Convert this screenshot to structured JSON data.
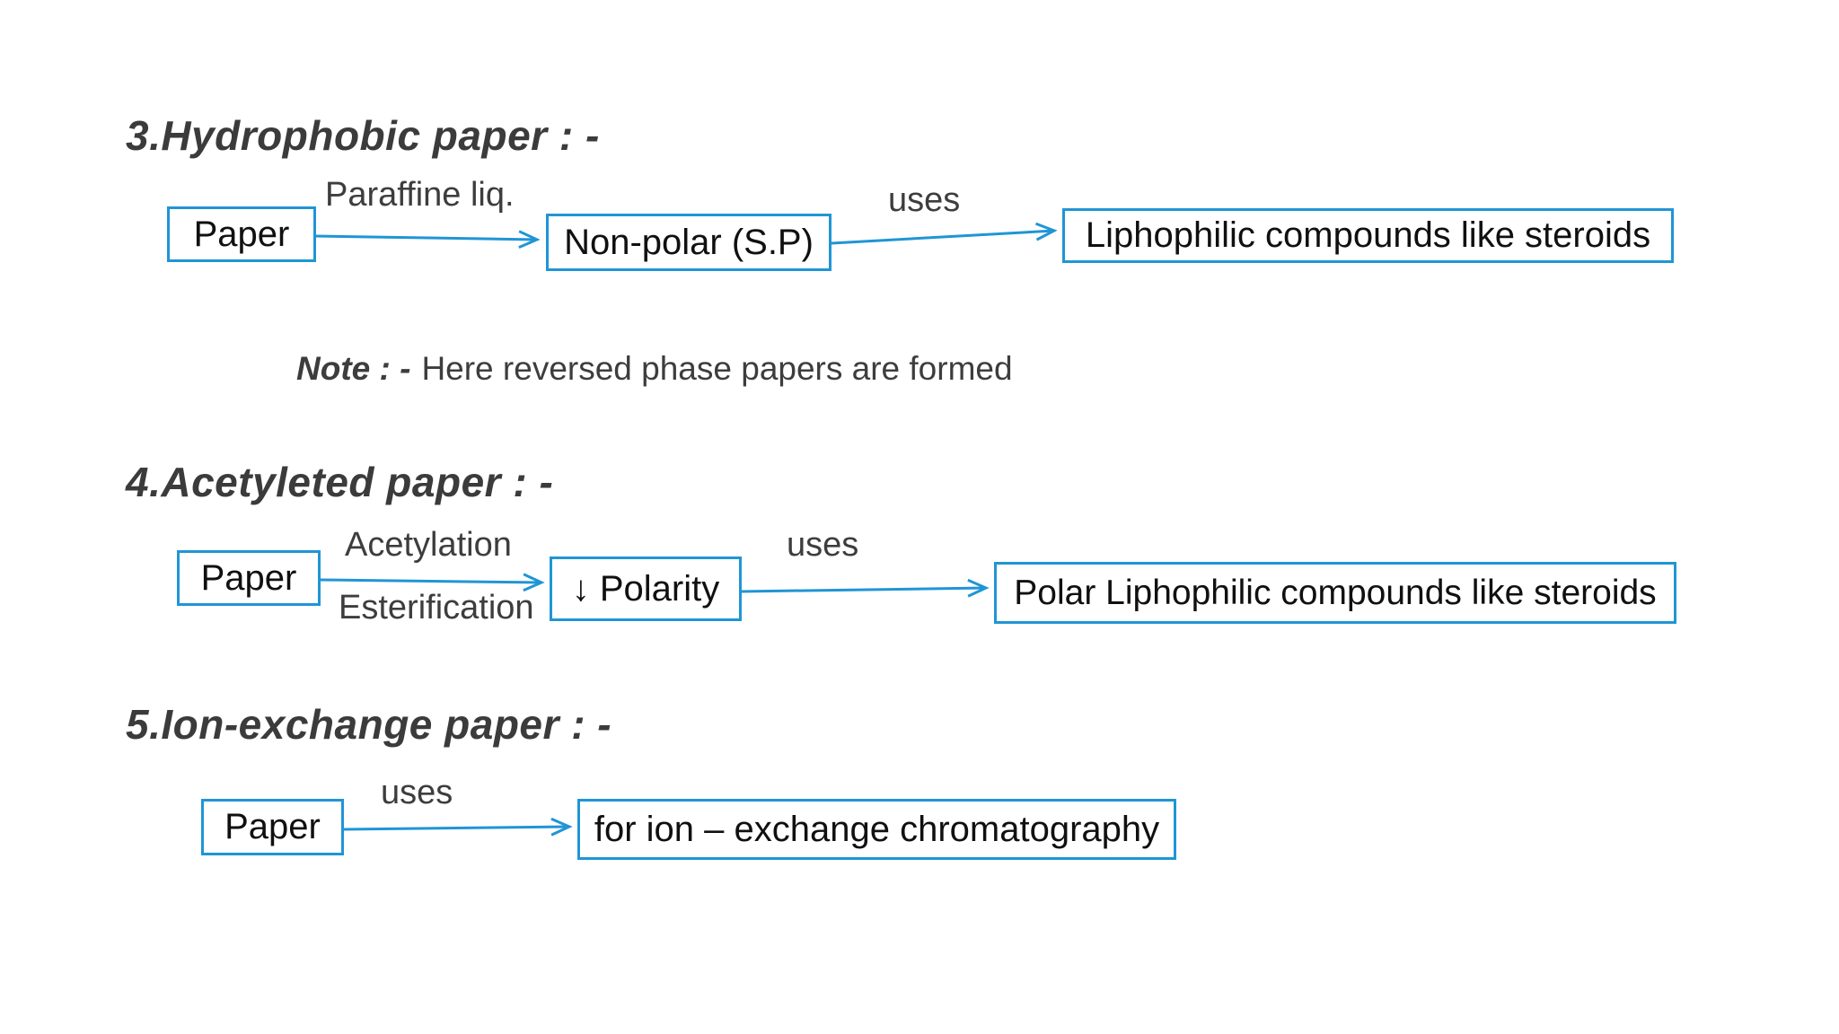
{
  "colors": {
    "accent_blue": "#2095d5",
    "heading_gray": "#3b3b3b",
    "label_gray": "#3d3d3d",
    "box_text": "#101010",
    "background": "#ffffff"
  },
  "sections": [
    {
      "heading": "3.Hydrophobic paper : -",
      "flow": {
        "start": "Paper",
        "arrow1_label": "Paraffine liq.",
        "middle": "Non-polar (S.P)",
        "arrow2_label": "uses",
        "end": "Liphophilic compounds like steroids"
      },
      "note_prefix": "Note : -",
      "note_text": "Here reversed phase papers are formed"
    },
    {
      "heading": "4.Acetyleted paper : -",
      "flow": {
        "start": "Paper",
        "arrow1_label_top": "Acetylation",
        "arrow1_label_bottom": "Esterification",
        "middle": "↓ Polarity",
        "arrow2_label": "uses",
        "end": "Polar Liphophilic compounds like steroids"
      }
    },
    {
      "heading": "5.Ion-exchange paper : -",
      "flow": {
        "start": "Paper",
        "arrow1_label": "uses",
        "end": "for ion – exchange chromatography"
      }
    }
  ]
}
